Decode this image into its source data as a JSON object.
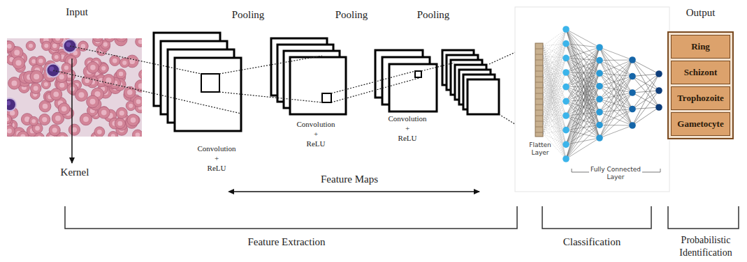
{
  "diagram": {
    "nodes": [
      {
        "text": [
          "Output"
        ]
      },
      {
        "text": [
          "Ring"
        ],
        "in": 0
      },
      {
        "text": [
          "Schizont"
        ],
        "in": 0
      },
      {
        "text": [
          "Trophozoite"
        ],
        "in": 0
      },
      {
        "text": [
          "Gametocyte"
        ],
        "in": 0
      }
    ],
    "labels": [
      "Input",
      "Pooling",
      "Pooling",
      "Pooling",
      "Kernel",
      "Convolution + ReLU",
      "Convolution + ReLU",
      "Convolution + ReLU",
      "Feature Maps",
      "Flatten Layer",
      "Fully Connected Layer",
      "Feature Extraction",
      "Classification",
      "Probabilistic Identification"
    ]
  }
}
